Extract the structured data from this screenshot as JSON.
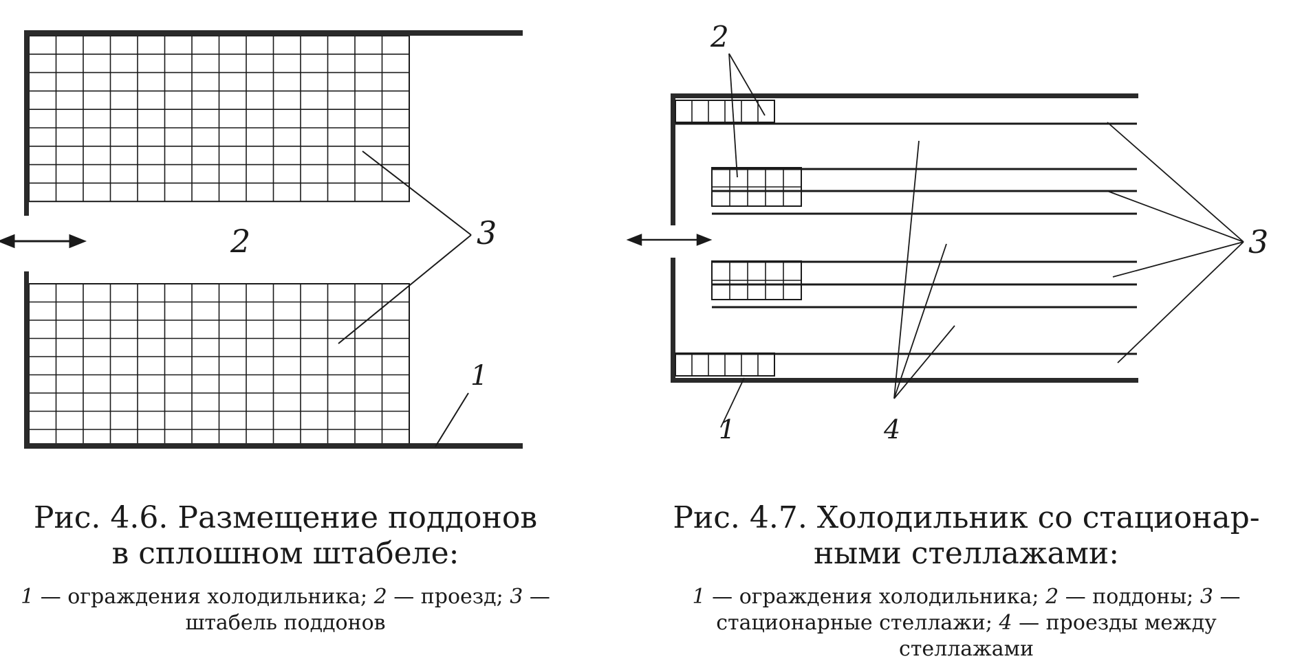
{
  "figure1": {
    "labels": {
      "fence": "1",
      "passage": "2",
      "stack": "3"
    },
    "caption_title_line1": "Рис. 4.6. Размещение поддонов",
    "caption_title_line2": "в сплошном штабеле:",
    "legend": [
      {
        "num": "1",
        "text": " — ограждения холодильника; "
      },
      {
        "num": "2",
        "text": " — проезд; "
      },
      {
        "num": "3",
        "text": " — штабель поддонов"
      }
    ]
  },
  "figure2": {
    "labels": {
      "fence": "1",
      "pallets": "2",
      "racks": "3",
      "aisles": "4"
    },
    "caption_title_line1": "Рис. 4.7. Холодильник со стационар-",
    "caption_title_line2": "ными стеллажами:",
    "legend": [
      {
        "num": "1",
        "text": " — ограждения холодильника; "
      },
      {
        "num": "2",
        "text": " — поддоны; "
      },
      {
        "num": "3",
        "text": " — стационарные стеллажи; "
      },
      {
        "num": "4",
        "text": " — проезды между стеллажами"
      }
    ]
  },
  "colors": {
    "ink": "#1a1a1a",
    "paper": "#ffffff"
  }
}
